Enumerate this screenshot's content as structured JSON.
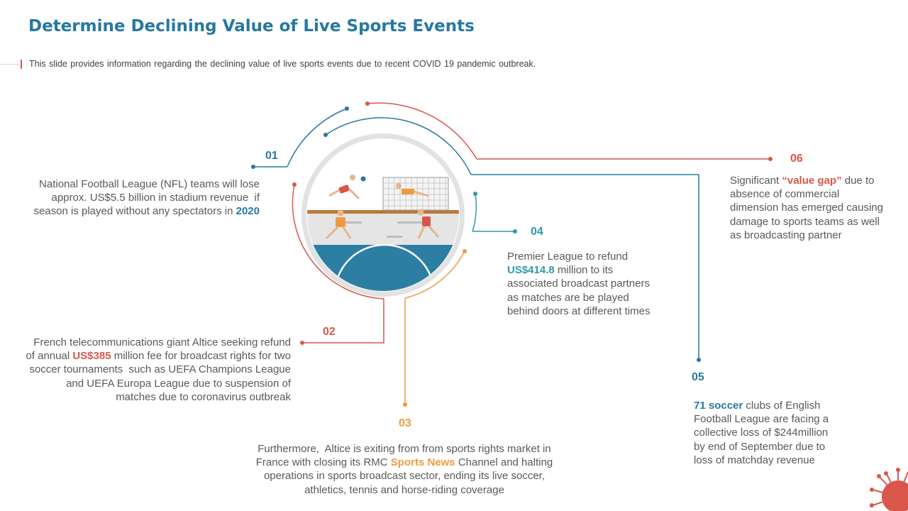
{
  "title": "Determine Declining Value of Live Sports Events",
  "subtitle": "This slide provides information regarding the declining value of live sports events due to recent COVID 19 pandemic outbreak.",
  "colors": {
    "title": "#2778a0",
    "blue": "#2778a0",
    "teal": "#2f9aa8",
    "red": "#d9574a",
    "orange": "#ee9b3f",
    "text": "#595959"
  },
  "points": [
    {
      "number": "01",
      "color": "blue",
      "lines": [
        [
          {
            "t": "National Football League (NFL) teams will lose"
          }
        ],
        [
          {
            "t": "approx. US$5.5 billion in stadium revenue  if"
          }
        ],
        [
          {
            "t": "season is played without any spectators in "
          },
          {
            "t": "2020",
            "highlight": true
          }
        ]
      ]
    },
    {
      "number": "02",
      "color": "red",
      "lines": [
        [
          {
            "t": "French telecommunications giant Altice seeking refund"
          }
        ],
        [
          {
            "t": "of annual "
          },
          {
            "t": "US$385",
            "highlight": true
          },
          {
            "t": " million fee for broadcast rights for two"
          }
        ],
        [
          {
            "t": "soccer tournaments  such as UEFA Champions League"
          }
        ],
        [
          {
            "t": "and UEFA Europa League due to suspension of"
          }
        ],
        [
          {
            "t": "matches due to coronavirus outbreak"
          }
        ]
      ]
    },
    {
      "number": "03",
      "color": "orange",
      "lines": [
        [
          {
            "t": "Furthermore,  Altice is exiting from from sports rights market in"
          }
        ],
        [
          {
            "t": "France with closing its RMC "
          },
          {
            "t": "Sports News",
            "highlight": true
          },
          {
            "t": " Channel and halting"
          }
        ],
        [
          {
            "t": "operations in sports broadcast sector, ending its live soccer,"
          }
        ],
        [
          {
            "t": "athletics, tennis and horse-riding coverage"
          }
        ]
      ]
    },
    {
      "number": "04",
      "color": "teal",
      "lines": [
        [
          {
            "t": "Premier League to refund"
          }
        ],
        [
          {
            "t": "US$414.8",
            "highlight": true
          },
          {
            "t": " million to its"
          }
        ],
        [
          {
            "t": "associated broadcast partners"
          }
        ],
        [
          {
            "t": "as matches are be played"
          }
        ],
        [
          {
            "t": "behind doors at different times"
          }
        ]
      ]
    },
    {
      "number": "05",
      "color": "blue",
      "lines": [
        [
          {
            "t": "71 soccer",
            "highlight": true
          },
          {
            "t": " clubs of English"
          }
        ],
        [
          {
            "t": "Football League are facing a"
          }
        ],
        [
          {
            "t": "collective loss of $244million"
          }
        ],
        [
          {
            "t": "by end of September due to"
          }
        ],
        [
          {
            "t": "loss of matchday revenue"
          }
        ]
      ]
    },
    {
      "number": "06",
      "color": "red",
      "lines": [
        [
          {
            "t": "Significant "
          },
          {
            "t": "“value gap”",
            "highlight": true
          },
          {
            "t": " due to"
          }
        ],
        [
          {
            "t": "absence of commercial"
          }
        ],
        [
          {
            "t": "dimension has emerged causing"
          }
        ],
        [
          {
            "t": "damage to sports teams as well"
          }
        ],
        [
          {
            "t": "as broadcasting partner"
          }
        ]
      ]
    }
  ],
  "illustration": {
    "icon": "soccer-match-illustration-icon"
  },
  "decoration": {
    "icon": "virus-icon"
  }
}
